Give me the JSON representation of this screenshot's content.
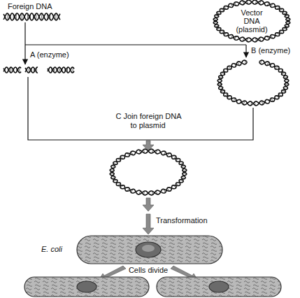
{
  "diagram": {
    "nodes": [
      {
        "text": [
          "Vector DNA (plasmid)"
        ]
      }
    ],
    "labels": [
      "Foreign DNA",
      "A (enzyme)",
      "B (enzyme)",
      "C Join foreign DNA to plasmid",
      "Transformation",
      "E. coli",
      "Cells divide"
    ]
  }
}
